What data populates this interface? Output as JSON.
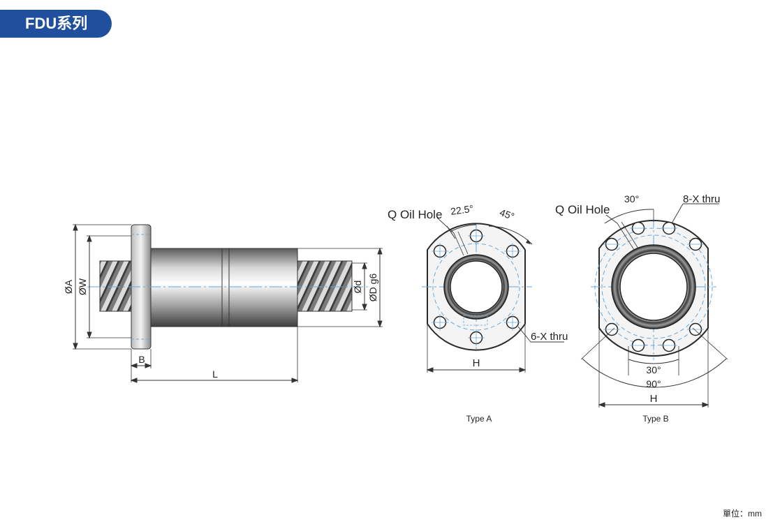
{
  "header": {
    "title": "FDU系列"
  },
  "side_view": {
    "labels": {
      "dia_A": "ØA",
      "dia_W": "ØW",
      "dia_d": "Ød",
      "dia_D": "ØD g6",
      "B": "B",
      "L": "L"
    }
  },
  "type_a": {
    "caption": "Type A",
    "oil_hole": "Q Oil Hole",
    "angle_1": "22.5°",
    "angle_2": "45°",
    "thru": "6-X thru",
    "H": "H"
  },
  "type_b": {
    "caption": "Type B",
    "oil_hole": "Q Oil Hole",
    "angle_top": "30°",
    "thru": "8-X thru",
    "angle_bottom_1": "30°",
    "angle_bottom_2": "90°",
    "H": "H"
  },
  "footer": {
    "unit": "單位：mm"
  },
  "colors": {
    "title_bg": "#1f4f9d",
    "centerline": "#6aa7d8",
    "metal_dark": "#4a4a4a"
  }
}
